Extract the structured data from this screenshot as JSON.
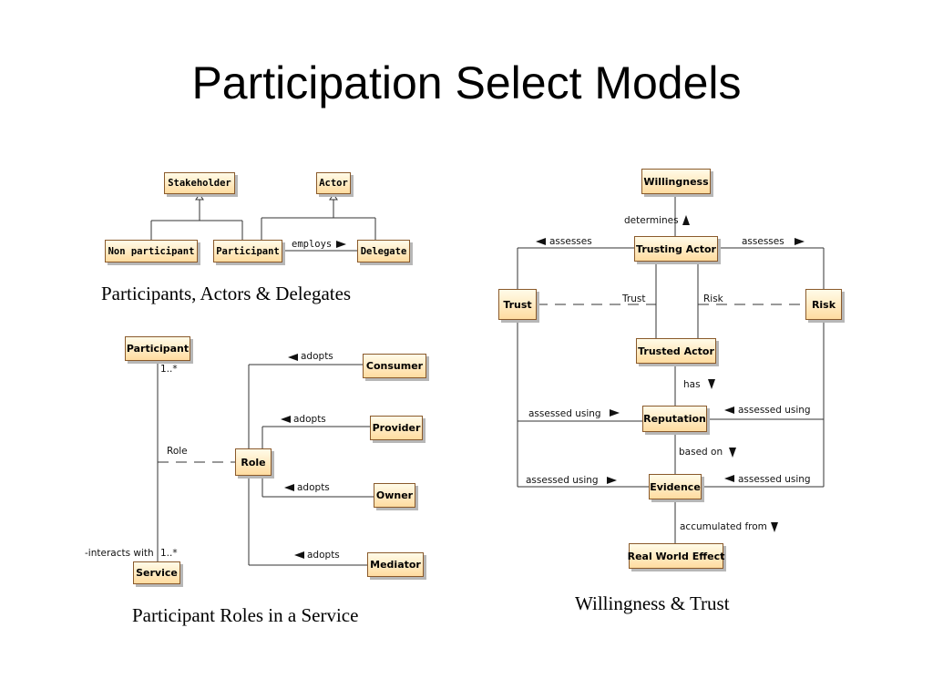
{
  "slide": {
    "title": "Participation Select Models"
  },
  "diagram1": {
    "caption": "Participants, Actors & Delegates",
    "boxes": {
      "stakeholder": "Stakeholder",
      "actor": "Actor",
      "non_participant": "Non participant",
      "participant": "Participant",
      "delegate": "Delegate"
    },
    "labels": {
      "employs": "employs"
    }
  },
  "diagram2": {
    "caption": "Participant Roles in a Service",
    "boxes": {
      "participant": "Participant",
      "service": "Service",
      "role": "Role",
      "consumer": "Consumer",
      "provider": "Provider",
      "owner": "Owner",
      "mediator": "Mediator"
    },
    "labels": {
      "mult_top": "1..*",
      "mult_bottom": "1..*",
      "role": "Role",
      "interacts_with": "-interacts with",
      "adopts_1": "adopts",
      "adopts_2": "adopts",
      "adopts_3": "adopts",
      "adopts_4": "adopts"
    }
  },
  "diagram3": {
    "caption": "Willingness & Trust",
    "boxes": {
      "willingness": "Willingness",
      "trusting_actor": "Trusting Actor",
      "trust": "Trust",
      "risk": "Risk",
      "trusted_actor": "Trusted Actor",
      "reputation": "Reputation",
      "evidence": "Evidence",
      "real_world_effect": "Real World Effect"
    },
    "labels": {
      "determines": "determines",
      "assesses_left": "assesses",
      "assesses_right": "assesses",
      "trust": "Trust",
      "risk": "Risk",
      "has": "has",
      "assessed_using_1": "assessed using",
      "assessed_using_2": "assessed using",
      "assessed_using_3": "assessed using",
      "assessed_using_4": "assessed using",
      "based_on": "based on",
      "accumulated_from": "accumulated from"
    }
  },
  "colors": {
    "box_fill_top": "#fffbe8",
    "box_fill_bottom": "#ffdca0",
    "box_border": "#8a5a2b",
    "line": "#333333"
  }
}
